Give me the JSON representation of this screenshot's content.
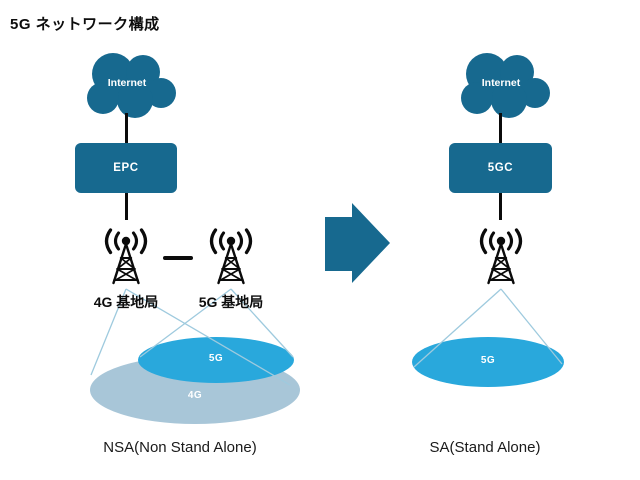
{
  "title": "5G ネットワーク構成",
  "colors": {
    "core_teal": "#17698f",
    "coverage_5g_blue": "#29a8dc",
    "coverage_4g_blue": "#a8c6d8",
    "cone_line_blue": "#9ecade",
    "ink_black": "#0b0b0b"
  },
  "nsa": {
    "cloud_label": "Internet",
    "core_label": "EPC",
    "station_4g_label": "4G 基地局",
    "station_5g_label": "5G 基地局",
    "coverage_4g_label": "4G",
    "coverage_5g_label": "5G",
    "caption": "NSA(Non Stand Alone)"
  },
  "sa": {
    "cloud_label": "Internet",
    "core_label": "5GC",
    "coverage_5g_label": "5G",
    "caption": "SA(Stand Alone)"
  }
}
